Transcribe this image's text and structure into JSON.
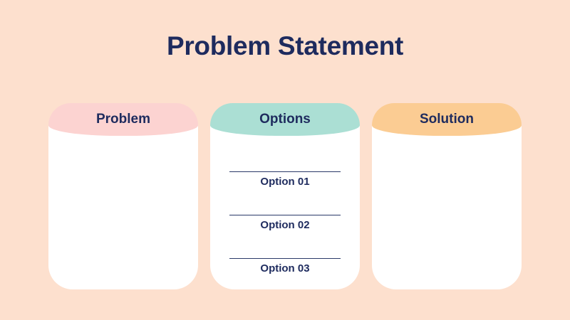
{
  "slide": {
    "title": "Problem Statement",
    "background_color": "#fde0ce",
    "text_color": "#1e2b5e"
  },
  "cards": [
    {
      "label": "Problem",
      "header_color": "#fcd3d1"
    },
    {
      "label": "Options",
      "header_color": "#abdfd4",
      "options": [
        "Option 01",
        "Option 02",
        "Option 03"
      ]
    },
    {
      "label": "Solution",
      "header_color": "#fbcc93"
    }
  ]
}
